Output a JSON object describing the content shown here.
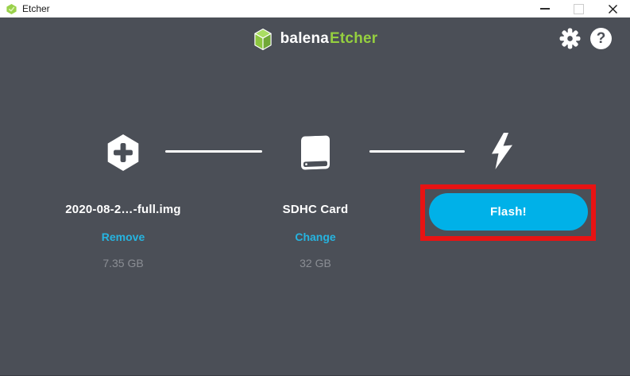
{
  "titlebar": {
    "title": "Etcher"
  },
  "header": {
    "brand_prefix": "balena",
    "brand_suffix": "Etcher"
  },
  "icons": {
    "help_glyph": "?"
  },
  "steps": {
    "image": {
      "label": "2020-08-2…-full.img",
      "action": "Remove",
      "size": "7.35 GB"
    },
    "target": {
      "label": "SDHC Card",
      "action": "Change",
      "size": "32 GB"
    },
    "flash": {
      "button_label": "Flash!"
    }
  },
  "colors": {
    "background_dark": "#4b4f57",
    "titlebar_white": "#ffffff",
    "brand_green": "#95cf3f",
    "accent_blue": "#00b1e8",
    "link_blue": "#26b4e0",
    "size_gray": "#8b8e94",
    "annotation_red": "#e81313"
  }
}
